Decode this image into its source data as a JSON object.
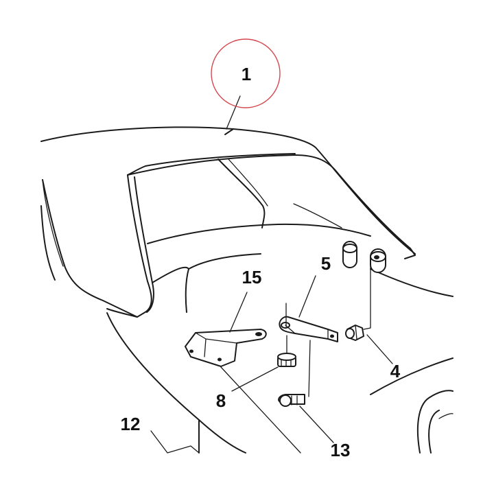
{
  "diagram": {
    "highlight_color": "#d4474f",
    "line_color": "#1a1a1a",
    "callouts": [
      {
        "id": "1",
        "label": "1",
        "highlighted": true
      },
      {
        "id": "5",
        "label": "5"
      },
      {
        "id": "15",
        "label": "15"
      },
      {
        "id": "4",
        "label": "4"
      },
      {
        "id": "8",
        "label": "8"
      },
      {
        "id": "12",
        "label": "12"
      },
      {
        "id": "13",
        "label": "13"
      }
    ]
  }
}
